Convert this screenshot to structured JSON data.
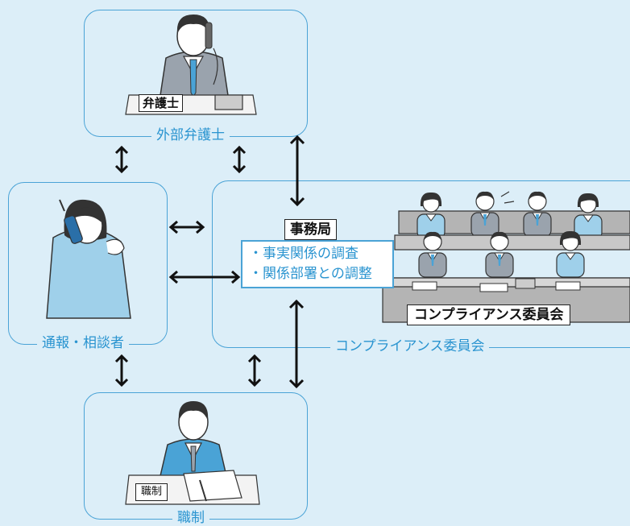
{
  "external_lawyer": {
    "caption": "外部弁護士",
    "desk_label": "弁護士"
  },
  "whistleblower": {
    "caption": "通報・相談者"
  },
  "committee": {
    "caption": "コンプライアンス委員会",
    "secretariat_label": "事務局",
    "tasks": [
      "・事実関係の調査",
      "・関係部署との調整"
    ],
    "table_label": "コンプライアンス委員会"
  },
  "management": {
    "caption": "職制",
    "desk_label": "職制"
  },
  "colors": {
    "border": "#4aa3d6",
    "caption": "#2a94d0",
    "background": "#dceef8",
    "suit": "#9aa3ad",
    "shirt_blue": "#4aa3d6"
  }
}
